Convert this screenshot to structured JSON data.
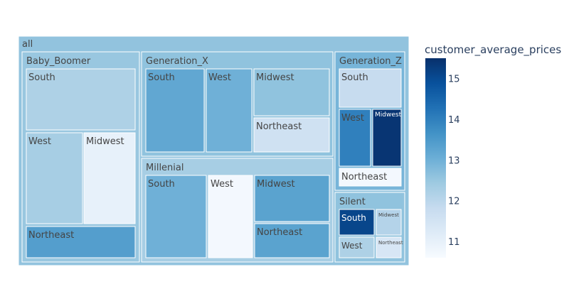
{
  "chart_data": {
    "type": "treemap",
    "root_label": "all",
    "colorbar": {
      "title": "customer_average_prices",
      "range": [
        10.6,
        15.5
      ],
      "ticks": [
        11,
        12,
        13,
        14,
        15
      ],
      "colorscale": [
        "#f7fbff",
        "#deebf7",
        "#c6dbef",
        "#9ecae1",
        "#6baed6",
        "#4292c6",
        "#2171b5",
        "#08519c",
        "#08306b"
      ]
    },
    "groups": [
      {
        "label": "Baby_Boomer",
        "value": 12.5,
        "children": [
          {
            "label": "South",
            "value": 12.2
          },
          {
            "label": "West",
            "value": 12.3
          },
          {
            "label": "Midwest",
            "value": 11.0
          },
          {
            "label": "Northeast",
            "value": 13.4
          }
        ]
      },
      {
        "label": "Generation_X",
        "value": 12.6,
        "children": [
          {
            "label": "South",
            "value": 13.2
          },
          {
            "label": "West",
            "value": 13.0
          },
          {
            "label": "Midwest",
            "value": 12.6
          },
          {
            "label": "Northeast",
            "value": 11.6
          }
        ]
      },
      {
        "label": "Millenial",
        "value": 12.3,
        "children": [
          {
            "label": "South",
            "value": 13.0
          },
          {
            "label": "West",
            "value": 10.7
          },
          {
            "label": "Midwest",
            "value": 13.3
          },
          {
            "label": "Northeast",
            "value": 13.3
          }
        ]
      },
      {
        "label": "Generation_Z",
        "value": 12.9,
        "children": [
          {
            "label": "South",
            "value": 11.8
          },
          {
            "label": "West",
            "value": 14.0
          },
          {
            "label": "Midwest",
            "value": 15.4
          },
          {
            "label": "Northeast",
            "value": 10.7
          }
        ]
      },
      {
        "label": "Silent",
        "value": 12.6,
        "children": [
          {
            "label": "South",
            "value": 15.1
          },
          {
            "label": "Midwest",
            "value": 12.1
          },
          {
            "label": "West",
            "value": 12.2
          },
          {
            "label": "Northeast",
            "value": 11.4
          }
        ]
      }
    ]
  }
}
